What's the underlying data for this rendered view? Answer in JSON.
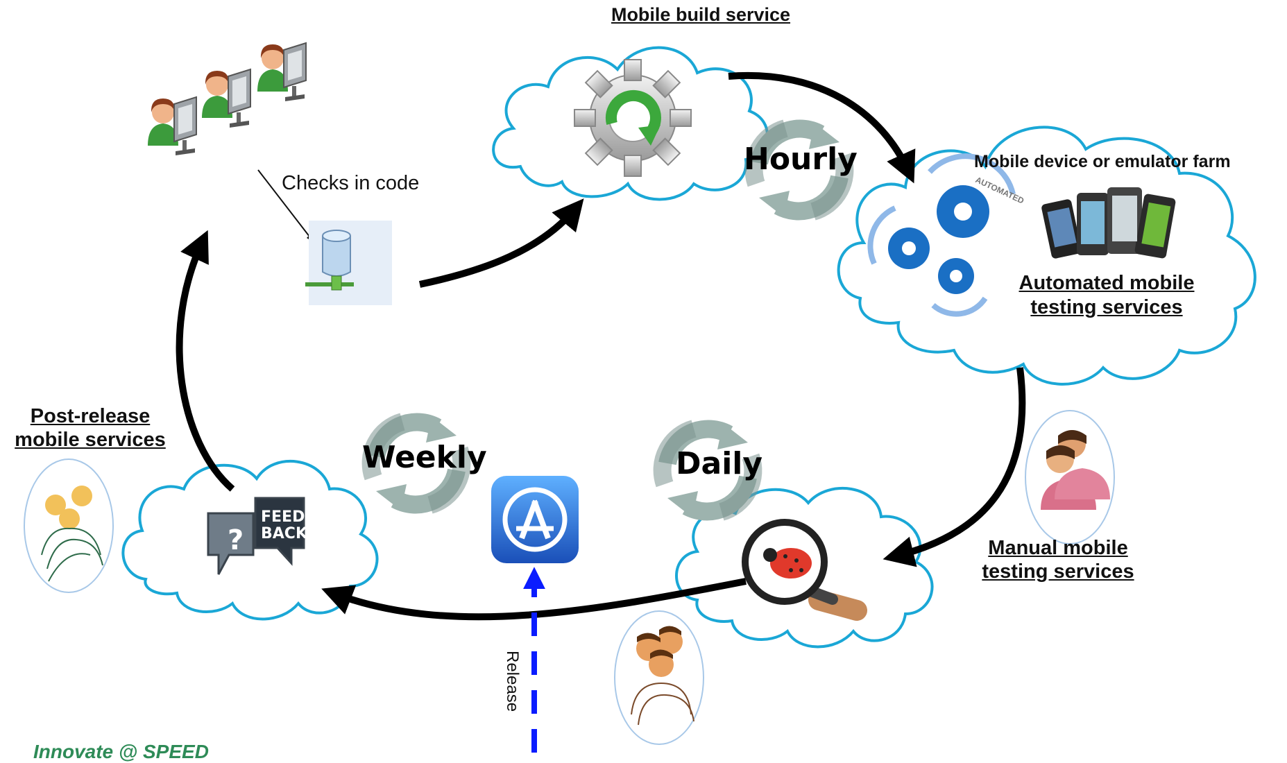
{
  "labels": {
    "build_service": "Mobile build service",
    "checks_in": "Checks in code",
    "device_farm": "Mobile device or emulator farm",
    "automated_testing_line1": "Automated mobile",
    "automated_testing_line2": "testing services",
    "manual_testing_line1": "Manual mobile",
    "manual_testing_line2": "testing services",
    "post_release_line1": "Post-release",
    "post_release_line2": "mobile services",
    "release": "Release",
    "gear_badge": "AUTOMATED",
    "feedback_badge_line1": "FEED",
    "feedback_badge_line2": "BACK",
    "logo": "Innovate @ SPEED"
  },
  "cycles": {
    "hourly": "Hourly",
    "daily": "Daily",
    "weekly": "Weekly"
  },
  "colors": {
    "cloud_stroke": "#1aa7d6",
    "arrow": "#000000",
    "release_arrow": "#0a1cff",
    "cycle_arrow": "#8fa6a1",
    "person_green": "#3c9b3c",
    "gear_blue": "#1a6fc4",
    "app_store_blue": "#2a73d9"
  },
  "icons": [
    "developers-icon",
    "database-icon",
    "build-gear-icon",
    "automation-gears-icon",
    "phones-icon",
    "bug-magnifier-icon",
    "feedback-icon",
    "app-store-icon",
    "tester-group-icon"
  ]
}
